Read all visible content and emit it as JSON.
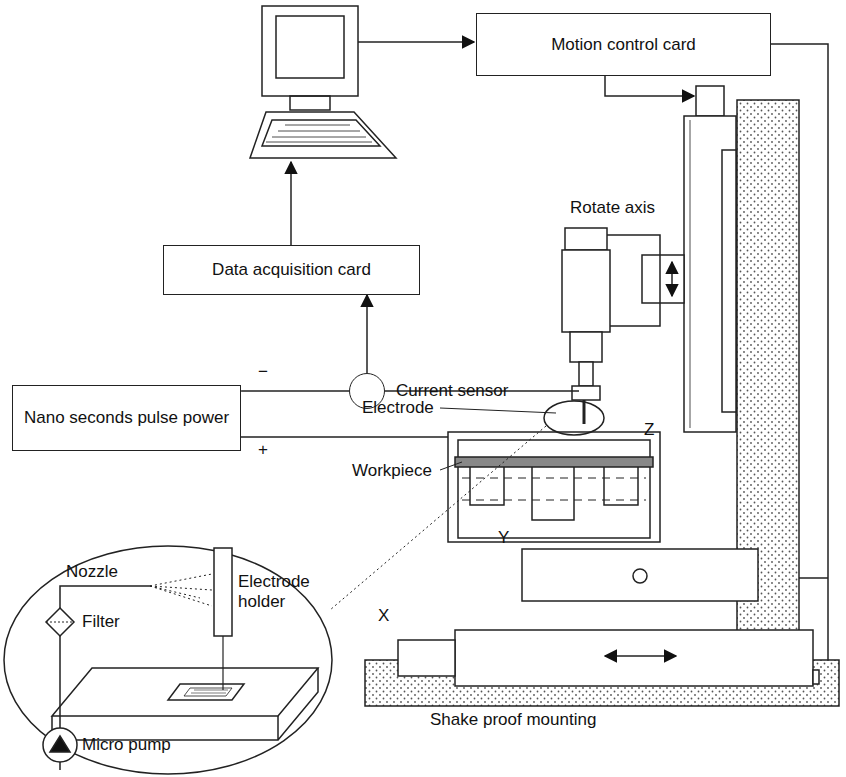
{
  "diagram": {
    "nodes": [
      {
        "text": [
          "Motion control card"
        ]
      },
      {
        "text": [
          "Data acquisition card"
        ]
      },
      {
        "text": [
          "Nano seconds pulse power"
        ]
      },
      {
        "text": [
          "Current sensor"
        ]
      }
    ],
    "edges": [
      {
        "from": 3,
        "to": 1,
        "arrow": "to"
      },
      {
        "from": 2,
        "to": 3,
        "arrow": "none"
      }
    ],
    "labels": [
      "Rotate axis",
      "Z",
      "Electrode",
      "Workpiece",
      "Y",
      "X",
      "Shake proof mounting",
      "−",
      "+",
      "Nozzle",
      "Electrode holder",
      "Filter",
      "Micro pump"
    ]
  }
}
